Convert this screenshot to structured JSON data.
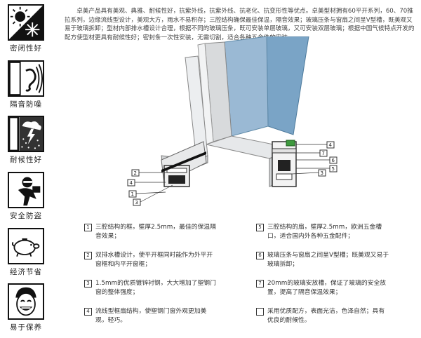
{
  "features": [
    {
      "label": "密闭性好",
      "icon": "sun-snowflake-icon"
    },
    {
      "label": "隔音防噪",
      "icon": "ear-soundwave-icon"
    },
    {
      "label": "耐候性好",
      "icon": "weather-storm-icon"
    },
    {
      "label": "安全防盗",
      "icon": "thief-icon"
    },
    {
      "label": "经济节省",
      "icon": "piggy-bank-icon"
    },
    {
      "label": "易于保养",
      "icon": "smiling-face-icon"
    }
  ],
  "intro": "卓美产品具有美观、典雅、耐候性好，抗紫外线，抗紫外线、抗老化、抗变形性等优点。卓美型材拥有60平开系列，60、70推拉系列，边缘流线型设计，美观大方，雨水不易积存；三腔结构确保最佳保温，隔音效果；玻璃压条与窗扇之间呈V型槽，既美观又易于玻璃拆卸；型材内部排水槽设计合理，根据不同的玻璃压条，既可安装单层玻璃，又可安装双层玻璃；根据中国气候特点开发的配方使型材更具有耐候性好；密封条一次性安装，无需切割，适合各种五金件的安装。",
  "diagram_labels": {
    "left": [
      "2",
      "4",
      "1",
      "3"
    ],
    "right": [
      "4",
      "7",
      "6",
      "5",
      "3"
    ]
  },
  "callouts": [
    {
      "num": "1",
      "text": "三腔结构的框，壁厚2.5mm，最佳的保温隔音效果；"
    },
    {
      "num": "5",
      "text": "三腔结构的扇，壁厚2.5mm，欧洲五金槽口，适合国内外各种五金配件；"
    },
    {
      "num": "2",
      "text": "双排水槽设计，使平开框同时能作为外平开窗框和内平开窗框；"
    },
    {
      "num": "6",
      "text": "玻璃压条与窗扇之间呈V型槽；既美观又易于玻璃拆卸；"
    },
    {
      "num": "3",
      "text": "1.5mm的优质镀锌衬钢，大大增加了塑钢门窗的整体强度；"
    },
    {
      "num": "7",
      "text": "20mm的玻璃安放槽，保证了玻璃的安全放置，提高了隔音保温效果；"
    },
    {
      "num": "4",
      "text": "流线型框扇结构，使塑钢门窗外观更加美观，轻巧。"
    },
    {
      "num": "",
      "text": "采用优质配方，表面光洁，色泽自然；具有优良的耐候性。"
    }
  ]
}
